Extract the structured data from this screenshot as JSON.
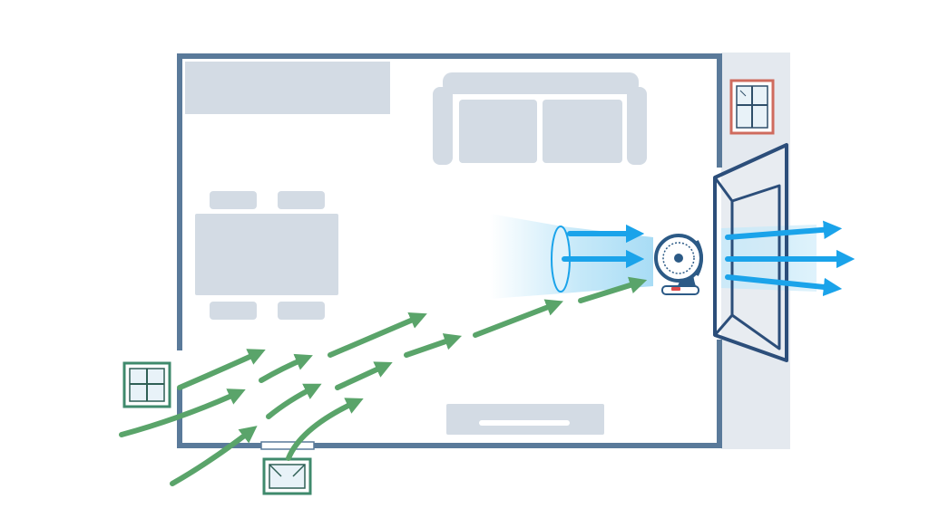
{
  "diagram": {
    "kind": "room-cross-ventilation",
    "colors": {
      "background": "#ffffff",
      "wall": "#5a7a9a",
      "furniture": "#d3dbe4",
      "exterior_strip": "#e4e9ef",
      "incoming_air": "#5aa46a",
      "outgoing_air": "#1aa3ea",
      "air_beam": "#bfe6f8",
      "window_green_frame": "#3f8a6c",
      "window_red_frame": "#cf6b5e",
      "window_glass": "#e8f2f8",
      "fan_body": "#2c5a86",
      "fan_face": "#ffffff",
      "fan_accent": "#e04a4a"
    },
    "components": [
      "room-walls",
      "counter",
      "sofa",
      "dining-table",
      "chairs",
      "tv-console",
      "left-window",
      "bottom-door",
      "top-right-window",
      "right-open-window",
      "pedestal-fan",
      "incoming-fresh-air-arrows",
      "outgoing-air-arrows"
    ]
  }
}
